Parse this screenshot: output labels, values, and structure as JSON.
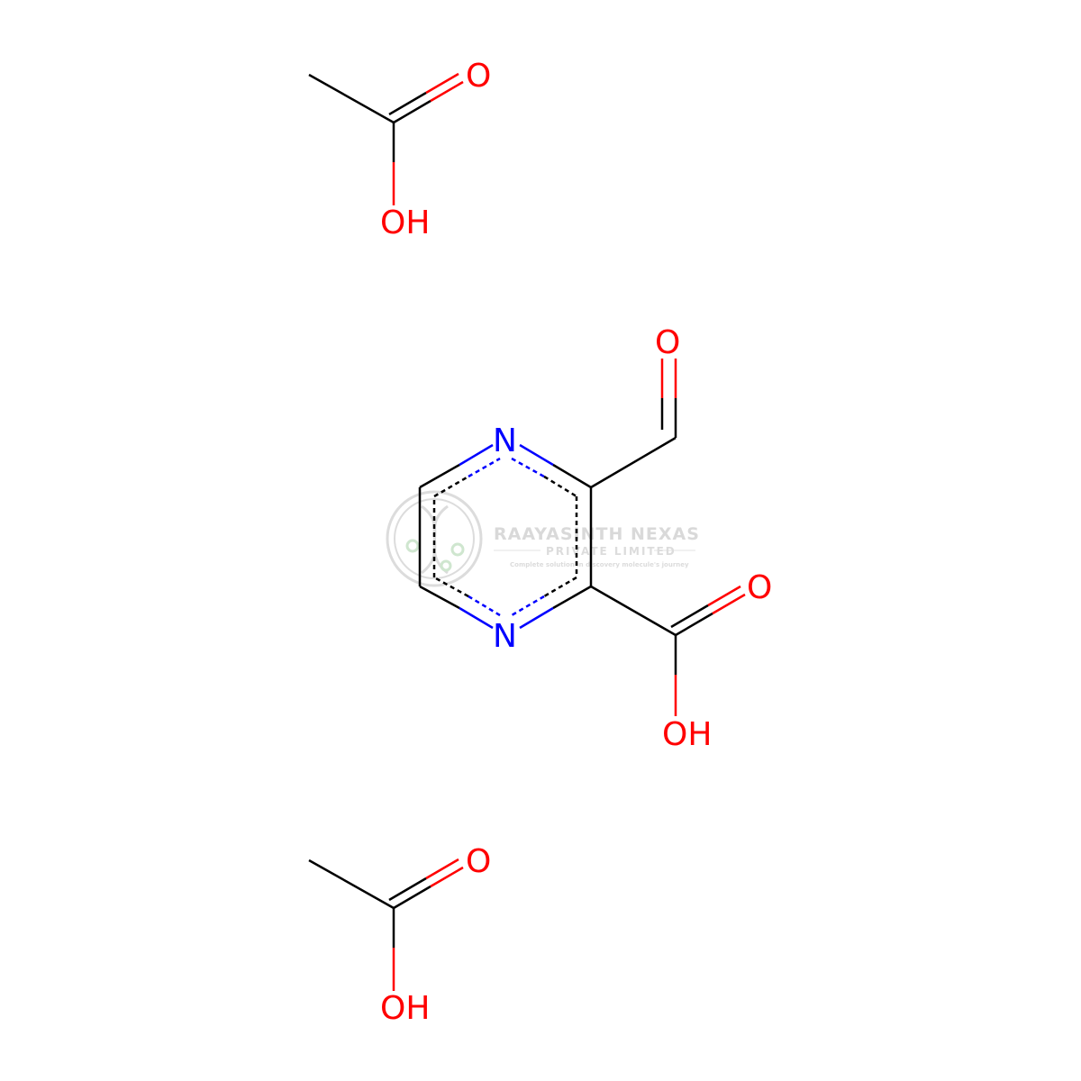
{
  "colors": {
    "bond": "#000000",
    "nitrogen": "#0000ff",
    "oxygen": "#ff0000",
    "watermark": "#d9d9d9"
  },
  "watermark": {
    "title": "RAAYASINTH NEXAS",
    "subtitle": "PRIVATE LIMITED",
    "tagline": "Complete solution in discovery molecule's journey",
    "logo": "helix-logo-icon"
  },
  "molecules": [
    {
      "name": "acetic acid",
      "labels": {
        "o_double": "O",
        "o_hydroxyl": "OH"
      }
    },
    {
      "name": "3-formylpyrazine-2-carboxylic acid",
      "labels": {
        "n_top": "N",
        "n_bottom": "N",
        "o_formyl": "O",
        "o_carbonyl": "O",
        "o_hydroxyl": "OH"
      }
    },
    {
      "name": "acetic acid",
      "labels": {
        "o_double": "O",
        "o_hydroxyl": "OH"
      }
    }
  ]
}
